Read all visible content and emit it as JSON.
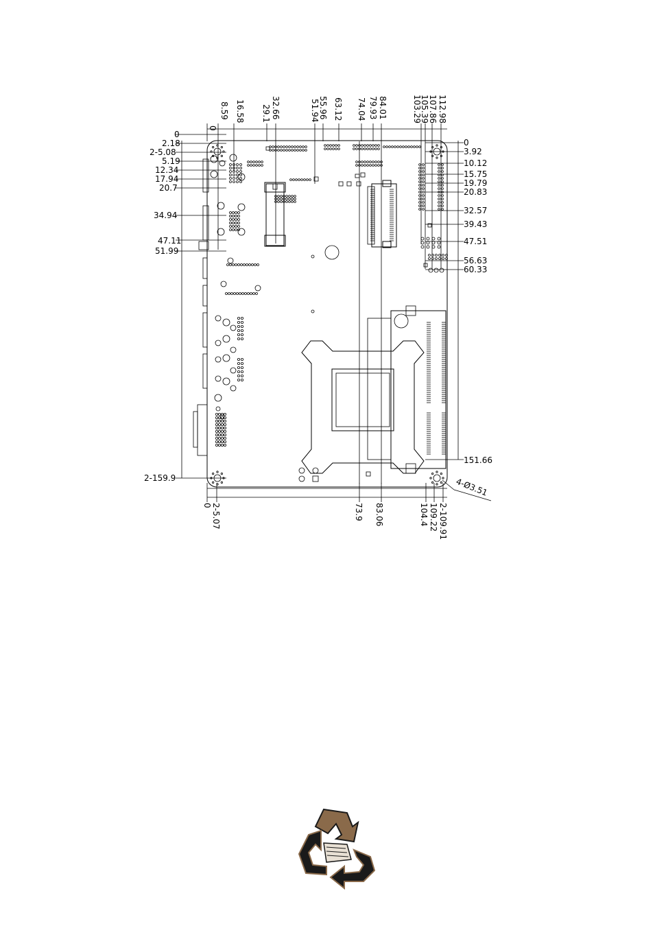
{
  "drawing": {
    "top_dims": [
      "0",
      "8.59",
      "16.58",
      "29.1",
      "32.66",
      "51.94",
      "55.96",
      "63.12",
      "74.04",
      "79.93",
      "84.01",
      "103.29",
      "105.39",
      "107.86",
      "112.98"
    ],
    "left_dims": [
      "0",
      "2.18",
      "2-5.08",
      "5.19",
      "12.34",
      "17.94",
      "20.7",
      "34.94",
      "47.11",
      "51.99",
      "2-159.9"
    ],
    "right_dims": [
      "0",
      "3.92",
      "10.12",
      "15.75",
      "19.79",
      "20.83",
      "32.57",
      "39.43",
      "47.51",
      "56.63",
      "60.33",
      "151.66"
    ],
    "bottom_dims": [
      "0",
      "2-5.07",
      "73.9",
      "83.06",
      "104.4",
      "109.22",
      "2-109.91"
    ],
    "hole_callout": "4-Ø3.51"
  },
  "colors": {
    "ink": "#000000",
    "logo_brown": "#8a6a4a",
    "logo_dark": "#1a1a1a"
  },
  "icons": {
    "recycle": "recycle-icon"
  }
}
